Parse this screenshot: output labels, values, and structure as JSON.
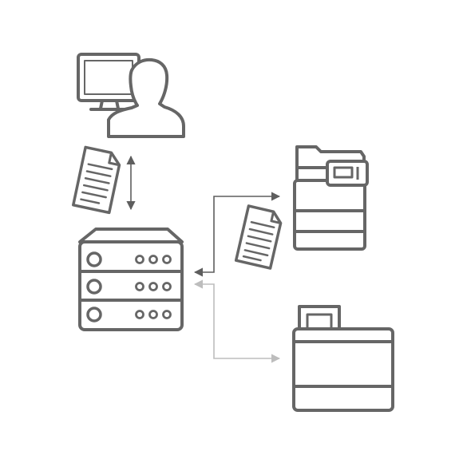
{
  "diagram": {
    "colors": {
      "icon": "#666666",
      "arrow_dark": "#5e5e5e",
      "arrow_light": "#bdbdbd",
      "background": "#ffffff"
    },
    "icons": [
      "user-workstation-icon",
      "document-icon",
      "server-rack-icon",
      "multifunction-printer-icon",
      "printer-icon"
    ],
    "connections": [
      {
        "from": "user-workstation",
        "to": "server-rack",
        "style": "bidirectional"
      },
      {
        "from": "server-rack",
        "to": "multifunction-printer",
        "style": "bidirectional"
      },
      {
        "from": "server-rack",
        "to": "printer",
        "style": "bidirectional-light"
      }
    ]
  }
}
